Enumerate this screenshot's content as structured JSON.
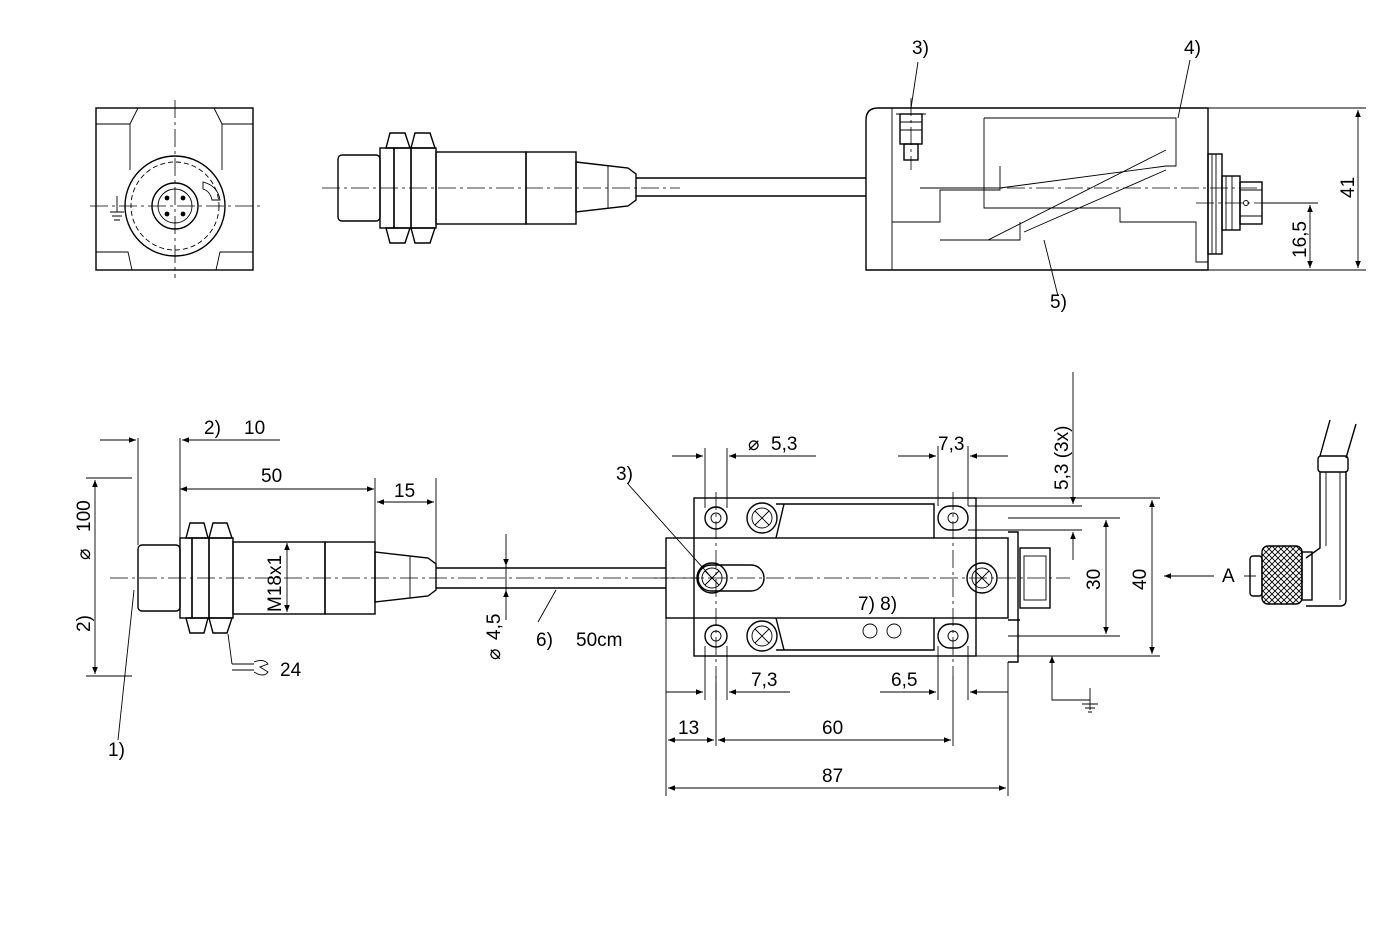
{
  "callouts": {
    "c1": "1)",
    "c2": "2)",
    "c2_left": "2)",
    "c3_top": "3)",
    "c3_bottom": "3)",
    "c4": "4)",
    "c5": "5)",
    "c6": "6)",
    "c78": "7) 8)"
  },
  "dimensions": {
    "height_41": "41",
    "height_16_5": "16,5",
    "len_10": "10",
    "len_50": "50",
    "len_15": "15",
    "dia_100": "100",
    "thread": "M18x1",
    "wrench_24": "24",
    "dia_4_5": "4,5",
    "cable_len": "50cm",
    "hole_5_3": "5,3",
    "slot_7_3_top": "7,3",
    "slot_5_3_3x": "5,3 (3x)",
    "h_30": "30",
    "h_40": "40",
    "view_a": "A",
    "slot_7_3_bottom": "7,3",
    "slot_6_5": "6,5",
    "d_13": "13",
    "d_60": "60",
    "d_87": "87"
  },
  "symbols": {
    "diameter": "⌀",
    "ground": "ground-symbol"
  }
}
